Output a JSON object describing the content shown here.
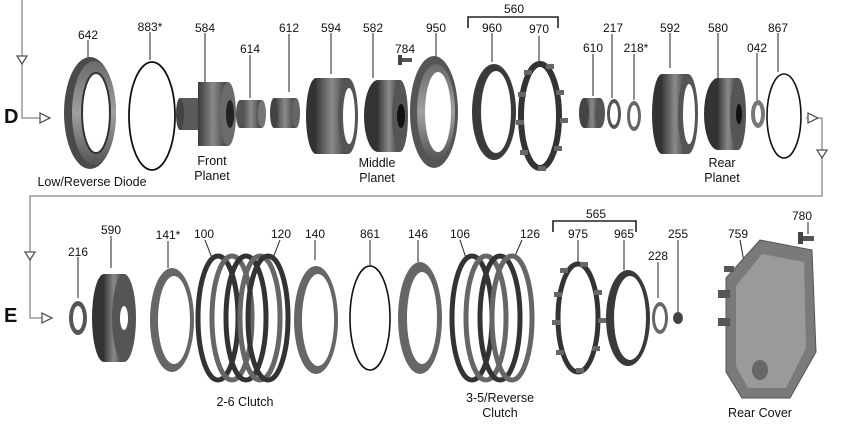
{
  "row_d": "D",
  "row_e": "E",
  "row_d_labels": {
    "p642": "642",
    "p883": "883*",
    "p584": "584",
    "p614": "614",
    "p612": "612",
    "p594": "594",
    "p582": "582",
    "p784": "784",
    "p950": "950",
    "p560": "560",
    "p960": "960",
    "p970": "970",
    "p610": "610",
    "p217": "217",
    "p218": "218*",
    "p592": "592",
    "p580": "580",
    "p042": "042",
    "p867": "867"
  },
  "row_d_captions": {
    "low_reverse_diode": "Low/Reverse Diode",
    "front_planet_1": "Front",
    "front_planet_2": "Planet",
    "middle_planet_1": "Middle",
    "middle_planet_2": "Planet",
    "rear_planet_1": "Rear",
    "rear_planet_2": "Planet"
  },
  "row_e_labels": {
    "p216": "216",
    "p590": "590",
    "p141": "141*",
    "p100": "100",
    "p120": "120",
    "p140": "140",
    "p861": "861",
    "p146": "146",
    "p106": "106",
    "p126": "126",
    "p565": "565",
    "p975": "975",
    "p965": "965",
    "p228": "228",
    "p255": "255",
    "p759": "759",
    "p780": "780"
  },
  "row_e_captions": {
    "clutch_26": "2-6 Clutch",
    "clutch_35_1": "3-5/Reverse",
    "clutch_35_2": "Clutch",
    "rear_cover": "Rear Cover"
  }
}
